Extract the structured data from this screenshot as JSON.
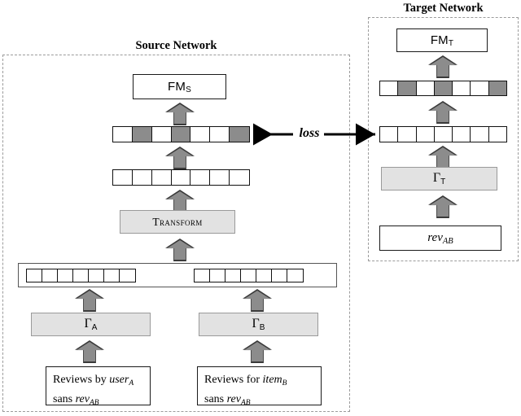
{
  "diagram": {
    "title_source": "Source Network",
    "title_target": "Target Network",
    "loss_label": "loss",
    "colors": {
      "shaded_cell": "#8c8c8c",
      "gray_box": "#e2e2e2",
      "arrow_fill": "#8c8c8c",
      "arrow_border": "#3a3a3a",
      "frame_dash": "#9b9b9b",
      "ink": "#000000"
    }
  },
  "source_network": {
    "fm_box": {
      "text": "FM",
      "subscript": "S"
    },
    "output_vector": {
      "cells": 7,
      "shaded_indices": [
        2,
        4,
        7
      ]
    },
    "hidden_vector": {
      "cells": 7,
      "shaded_indices": []
    },
    "transform_box": {
      "text": "Transform"
    },
    "concat_vector": {
      "left_cells": 7,
      "right_cells": 7,
      "left_shaded_indices": [],
      "right_shaded_indices": []
    },
    "encoder_a": {
      "text": "Γ",
      "subscript": "A"
    },
    "encoder_b": {
      "text": "Γ",
      "subscript": "B"
    },
    "input_a": {
      "line1_prefix": "Reviews by ",
      "line1_italic": "user",
      "line1_sub": "A",
      "line2_prefix": "sans ",
      "line2_italic": "rev",
      "line2_sub": "AB"
    },
    "input_b": {
      "line1_prefix": "Reviews for ",
      "line1_italic": "item",
      "line1_sub": "B",
      "line2_prefix": "sans ",
      "line2_italic": "rev",
      "line2_sub": "AB"
    }
  },
  "target_network": {
    "fm_box": {
      "text": "FM",
      "subscript": "T"
    },
    "output_vector": {
      "cells": 7,
      "shaded_indices": [
        2,
        4,
        7
      ]
    },
    "input_vector": {
      "cells": 7,
      "shaded_indices": []
    },
    "encoder_t": {
      "text": "Γ",
      "subscript": "T"
    },
    "input_rev": {
      "text": "rev",
      "subscript": "AB"
    }
  }
}
